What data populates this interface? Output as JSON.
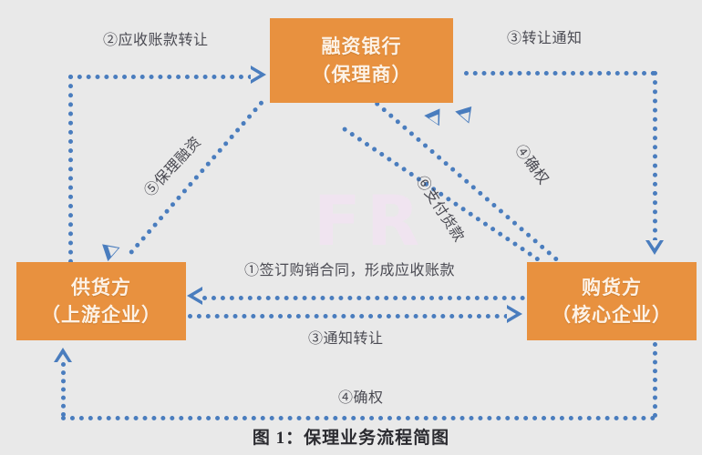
{
  "figure": {
    "caption": "图 1：保理业务流程简图",
    "watermark": "FR",
    "background_color": "#e9e9e9",
    "node_color": "#e8913f",
    "connector_color": "#4a7dbe",
    "label_color": "#4a4a52"
  },
  "nodes": [
    {
      "id": "bank",
      "line1": "融资银行",
      "line2": "（保理商）"
    },
    {
      "id": "supplier",
      "line1": "供货方",
      "line2": "（上游企业）"
    },
    {
      "id": "buyer",
      "line1": "购货方",
      "line2": "（核心企业）"
    }
  ],
  "flows": [
    {
      "step": "①",
      "label": "①签订购销合同，形成应收账款",
      "from": "supplier",
      "to": "buyer",
      "direction": "right"
    },
    {
      "step": "②",
      "label": "②应收账款转让",
      "from": "supplier",
      "to": "bank",
      "direction": "up-right"
    },
    {
      "step": "③",
      "label": "③转让通知",
      "from": "bank",
      "to": "buyer",
      "direction": "right-down"
    },
    {
      "step": "③",
      "label": "③通知转让",
      "from": "buyer",
      "to": "supplier",
      "direction": "left"
    },
    {
      "step": "④",
      "label": "④确权",
      "from": "buyer",
      "to": "bank",
      "direction": "up-left"
    },
    {
      "step": "④",
      "label": "④确权",
      "from": "buyer",
      "to": "supplier",
      "direction": "down-left-up"
    },
    {
      "step": "⑤",
      "label": "⑤保理融资",
      "from": "bank",
      "to": "supplier",
      "direction": "down-left"
    },
    {
      "step": "⑥",
      "label": "⑥支付货款",
      "from": "buyer",
      "to": "bank",
      "direction": "up-left"
    }
  ]
}
